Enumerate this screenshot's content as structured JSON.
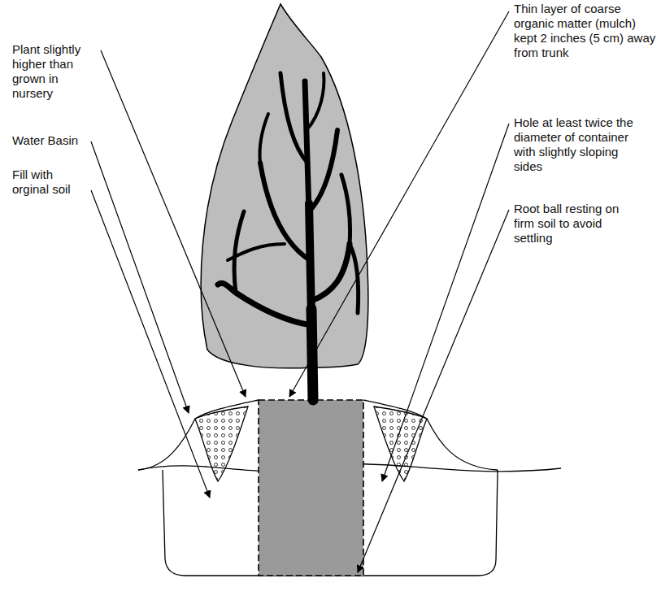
{
  "diagram": {
    "labels": [
      "Plant slightly higher than grown in nursery",
      "Water Basin",
      "Fill with orginal soil",
      "Thin layer of coarse organic matter (mulch) kept 2 inches (5 cm) away from trunk",
      "Hole at least twice the diameter of container with slightly sloping sides",
      "Root ball resting on firm soil to avoid settling"
    ]
  }
}
